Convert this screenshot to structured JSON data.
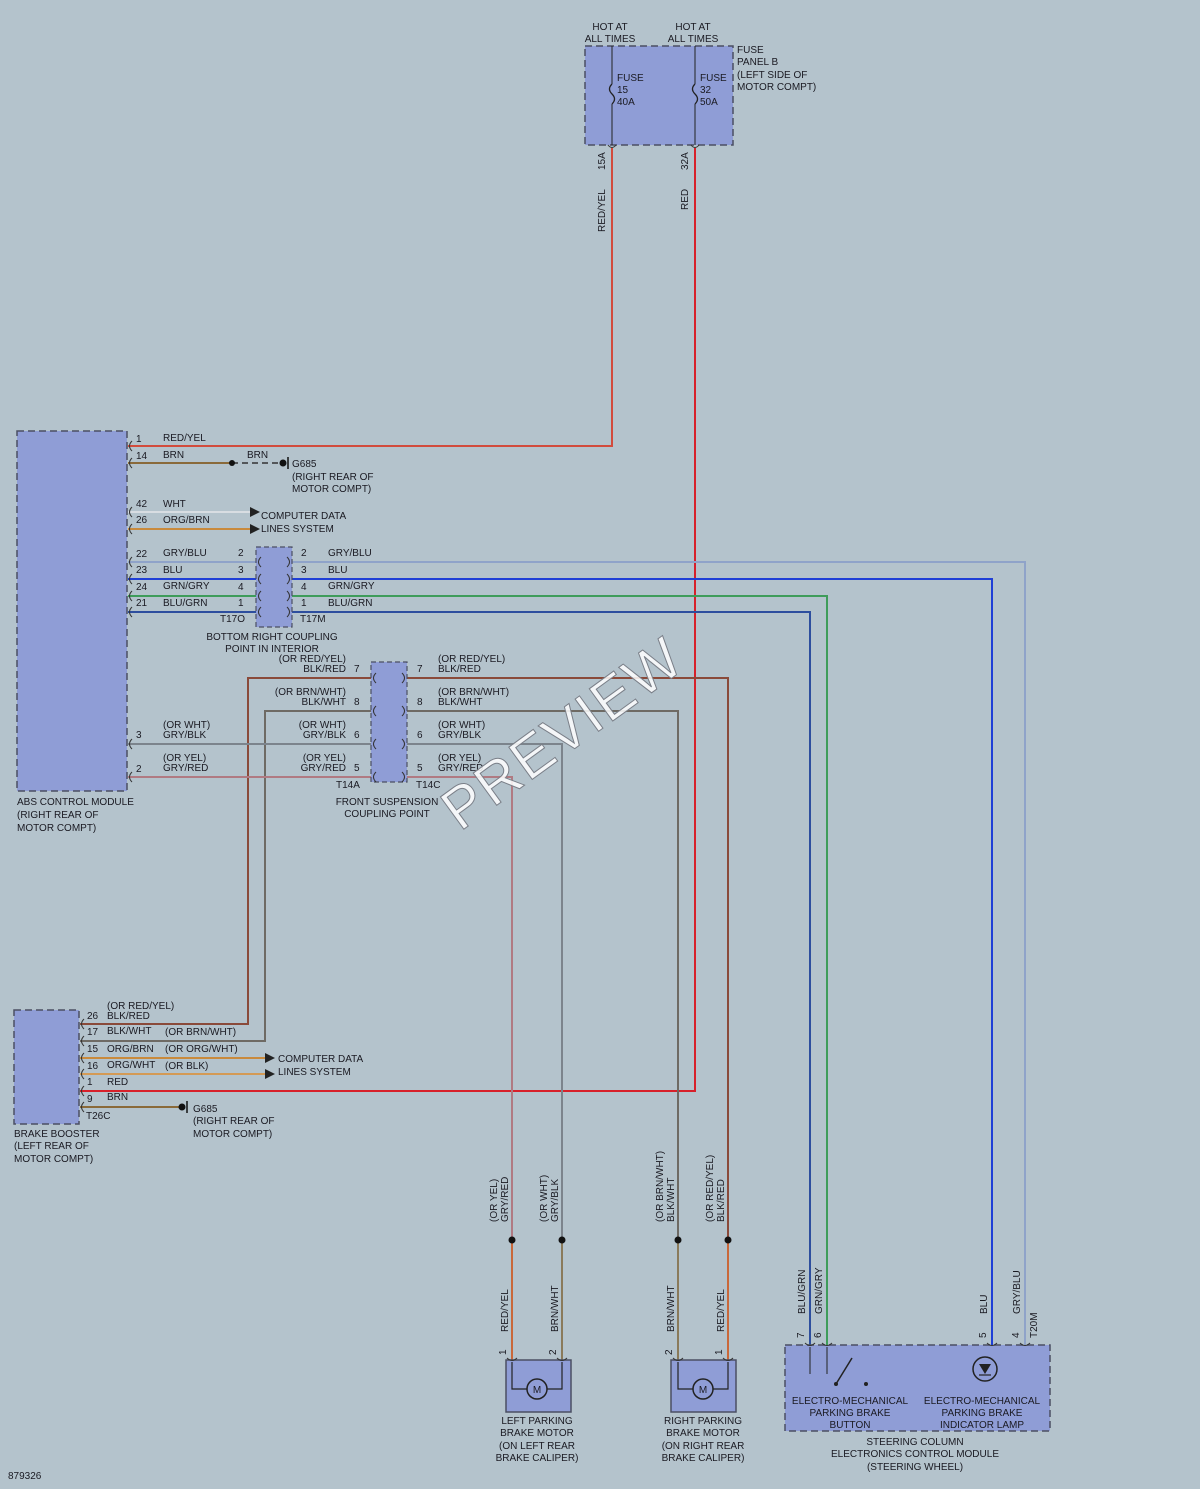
{
  "colors": {
    "background": "#b4c3cc",
    "module_fill": "#8f9dd6",
    "wire_red_yel": "#d24b3c",
    "wire_red": "#d7202a",
    "wire_brn": "#8a6a3a",
    "wire_org_brn": "#c98a3c",
    "wire_gry_blu": "#8fa3c9",
    "wire_blu": "#1f3fd6",
    "wire_grn_gry": "#3e9c5a",
    "wire_blu_grn": "#2d4e9e",
    "wire_gry": "#7c848c",
    "wire_blk_red": "#8a4a3a"
  },
  "fuse_panel": {
    "hot1": "HOT AT",
    "hot1b": "ALL TIMES",
    "hot2": "HOT AT",
    "hot2b": "ALL TIMES",
    "name1": "FUSE",
    "name2": "PANEL B",
    "name3": "(LEFT SIDE OF",
    "name4": "MOTOR COMPT)",
    "fuse15_l1": "FUSE",
    "fuse15_l2": "15",
    "fuse15_l3": "40A",
    "fuse32_l1": "FUSE",
    "fuse32_l2": "32",
    "fuse32_l3": "50A",
    "pin15": "15A",
    "pin32": "32A",
    "wire15": "RED/YEL",
    "wire32": "RED"
  },
  "abs": {
    "name1": "ABS CONTROL MODULE",
    "name2": "(RIGHT REAR OF",
    "name3": "MOTOR COMPT)",
    "p1": "1",
    "c1": "RED/YEL",
    "p14": "14",
    "c14": "BRN",
    "c14b": "BRN",
    "g1": "G685",
    "g2": "(RIGHT REAR OF",
    "g3": "MOTOR COMPT)",
    "p42": "42",
    "c42": "WHT",
    "p26": "26",
    "c26": "ORG/BRN",
    "cd1": "COMPUTER DATA",
    "cd2": "LINES SYSTEM",
    "p22": "22",
    "c22": "GRY/BLU",
    "p23": "23",
    "c23": "BLU",
    "p24": "24",
    "c24": "GRN/GRY",
    "p21": "21",
    "c21": "BLU/GRN",
    "p3": "3",
    "c3a": "(OR WHT)",
    "c3b": "GRY/BLK",
    "p2": "2",
    "c2a": "(OR YEL)",
    "c2b": "GRY/RED"
  },
  "coupling_interior": {
    "l2": "2",
    "l3": "3",
    "l4": "4",
    "l1": "1",
    "r2": "2",
    "r3": "3",
    "r4": "4",
    "r1": "1",
    "rc2": "GRY/BLU",
    "rc3": "BLU",
    "rc4": "GRN/GRY",
    "rc1": "BLU/GRN",
    "t_left": "T17O",
    "t_right": "T17M",
    "name1": "BOTTOM RIGHT COUPLING",
    "name2": "POINT IN INTERIOR"
  },
  "coupling_front": {
    "l7a": "(OR RED/YEL)",
    "l7b": "BLK/RED",
    "l7": "7",
    "l8a": "(OR BRN/WHT)",
    "l8b": "BLK/WHT",
    "l8": "8",
    "l6a": "(OR WHT)",
    "l6b": "GRY/BLK",
    "l6": "6",
    "l5a": "(OR YEL)",
    "l5b": "GRY/RED",
    "l5": "5",
    "r7": "7",
    "r7a": "(OR RED/YEL)",
    "r7b": "BLK/RED",
    "r8": "8",
    "r8a": "(OR BRN/WHT)",
    "r8b": "BLK/WHT",
    "r6": "6",
    "r6a": "(OR WHT)",
    "r6b": "GRY/BLK",
    "r5": "5",
    "r5a": "(OR YEL)",
    "r5b": "GRY/RED",
    "t_left": "T14A",
    "t_right": "T14C",
    "name1": "FRONT SUSPENSION",
    "name2": "COUPLING POINT"
  },
  "booster": {
    "name1": "BRAKE BOOSTER",
    "name2": "(LEFT REAR OF",
    "name3": "MOTOR COMPT)",
    "h26a": "(OR RED/YEL)",
    "p26": "26",
    "c26": "BLK/RED",
    "p17": "17",
    "c17": "BLK/WHT",
    "c17b": "(OR BRN/WHT)",
    "p15": "15",
    "c15": "ORG/BRN",
    "c15b": "(OR ORG/WHT)",
    "p16": "16",
    "c16": "ORG/WHT",
    "c16b": "(OR BLK)",
    "p1": "1",
    "c1": "RED",
    "p9": "9",
    "c9": "BRN",
    "conn": "T26C",
    "cd1": "COMPUTER DATA",
    "cd2": "LINES SYSTEM",
    "g1": "G685",
    "g2": "(RIGHT REAR OF",
    "g3": "MOTOR COMPT)"
  },
  "verticals": {
    "v1a": "(OR YEL)",
    "v1b": "GRY/RED",
    "v2a": "(OR WHT)",
    "v2b": "GRY/BLK",
    "v3a": "(OR BRN/WHT)",
    "v3b": "BLK/WHT",
    "v4a": "(OR RED/YEL)",
    "v4b": "BLK/RED",
    "m1": "RED/YEL",
    "m2": "BRN/WHT",
    "m3": "BRN/WHT",
    "m4": "RED/YEL",
    "s1": "BLU/GRN",
    "s2": "GRN/GRY",
    "s3": "BLU",
    "s4": "GRY/BLU"
  },
  "left_motor": {
    "p1": "1",
    "p2": "2",
    "symbol": "M",
    "name1": "LEFT PARKING",
    "name2": "BRAKE MOTOR",
    "name3": "(ON LEFT REAR",
    "name4": "BRAKE CALIPER)"
  },
  "right_motor": {
    "p2": "2",
    "p1": "1",
    "symbol": "M",
    "name1": "RIGHT PARKING",
    "name2": "BRAKE MOTOR",
    "name3": "(ON RIGHT REAR",
    "name4": "BRAKE CALIPER)"
  },
  "steering": {
    "p7": "7",
    "p6": "6",
    "p5": "5",
    "p4": "4",
    "conn": "T20M",
    "btn1": "ELECTRO-MECHANICAL",
    "btn2": "PARKING BRAKE",
    "btn3": "BUTTON",
    "lamp1": "ELECTRO-MECHANICAL",
    "lamp2": "PARKING BRAKE",
    "lamp3": "INDICATOR LAMP",
    "name1": "STEERING COLUMN",
    "name2": "ELECTRONICS CONTROL MODULE",
    "name3": "(STEERING WHEEL)"
  },
  "footer": {
    "code": "879326"
  },
  "watermark": "PREVIEW"
}
